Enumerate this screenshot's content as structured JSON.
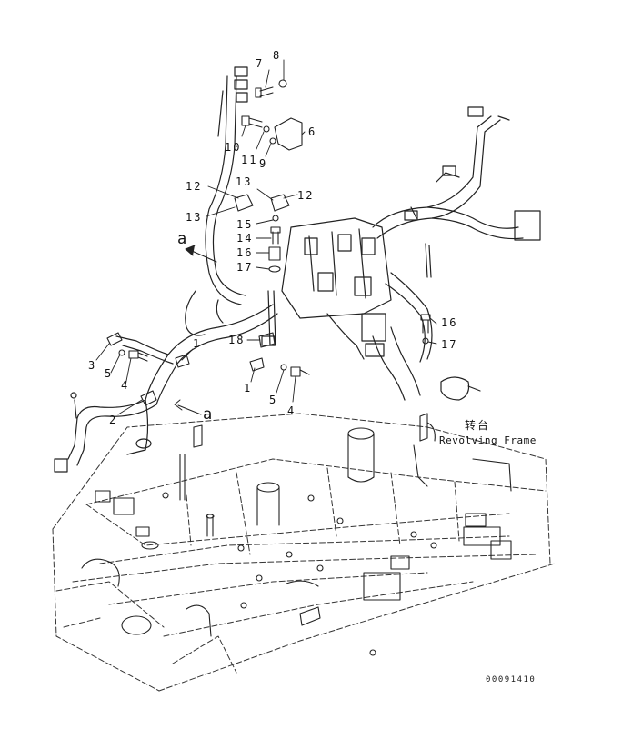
{
  "callouts": {
    "c1a": "1",
    "c1b": "1",
    "c2": "2",
    "c3": "3",
    "c4a": "4",
    "c4b": "4",
    "c5a": "5",
    "c5b": "5",
    "c6": "6",
    "c7": "7",
    "c8": "8",
    "c9": "9",
    "c10": "10",
    "c11": "11",
    "c12a": "12",
    "c12b": "12",
    "c13a": "13",
    "c13b": "13",
    "c14": "14",
    "c15": "15",
    "c16a": "16",
    "c16b": "16",
    "c17a": "17",
    "c17b": "17",
    "c18": "18",
    "view_a1": "a",
    "view_a2": "a"
  },
  "frame_label": {
    "zh": "转台",
    "en": "Revolving Frame"
  },
  "drawing_number": "00091410"
}
